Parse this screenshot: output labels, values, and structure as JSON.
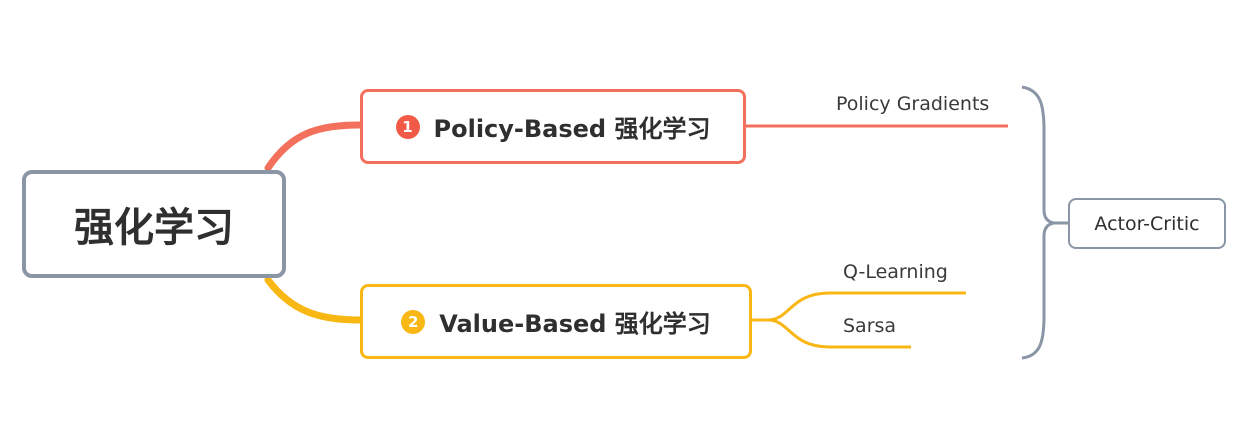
{
  "root": {
    "label": "强化学习"
  },
  "branches": [
    {
      "number": "1",
      "label": "Policy-Based 强化学习",
      "color": "#f3705d",
      "leaves": [
        "Policy Gradients"
      ]
    },
    {
      "number": "2",
      "label": "Value-Based 强化学习",
      "color": "#f9b714",
      "leaves": [
        "Q-Learning",
        "Sarsa"
      ]
    }
  ],
  "summary": {
    "label": "Actor-Critic",
    "color": "#8a95a5"
  }
}
